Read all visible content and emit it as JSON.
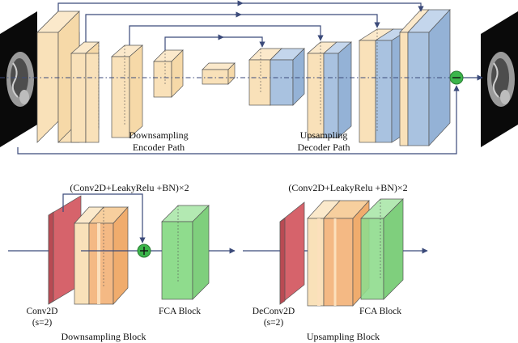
{
  "labels": {
    "encoder_line1": "Downsampling",
    "encoder_line2": "Encoder Path",
    "decoder_line1": "Upsampling",
    "decoder_line2": "Decoder Path",
    "down_block_conv_formula": "(Conv2D+LeakyRelu +BN)×2",
    "up_block_conv_formula": "(Conv2D+LeakyRelu +BN)×2",
    "down_first_line1": "Conv2D",
    "down_first_line2": "(s=2)",
    "down_fca": "FCA Block",
    "up_first_line1": "DeConv2D",
    "up_first_line2": "(s=2)",
    "up_fca": "FCA Block",
    "down_block_title": "Downsampling  Block",
    "up_block_title": "Upsampling Block"
  },
  "colors": {
    "encoder_block": "#f9e1b9",
    "decoder_block": "#a9c2e0",
    "conv_block": "#f4b984",
    "first_conv": "#d6636b",
    "fca_block": "#8fdc8d",
    "arrow": "#3b4a7a",
    "sum_node": "#3bb54a",
    "input_image": "#000000"
  },
  "icons": {
    "sum_node": "circle-plus-icon",
    "input_scan": "brain-mri-image",
    "output_scan": "brain-mri-image"
  }
}
